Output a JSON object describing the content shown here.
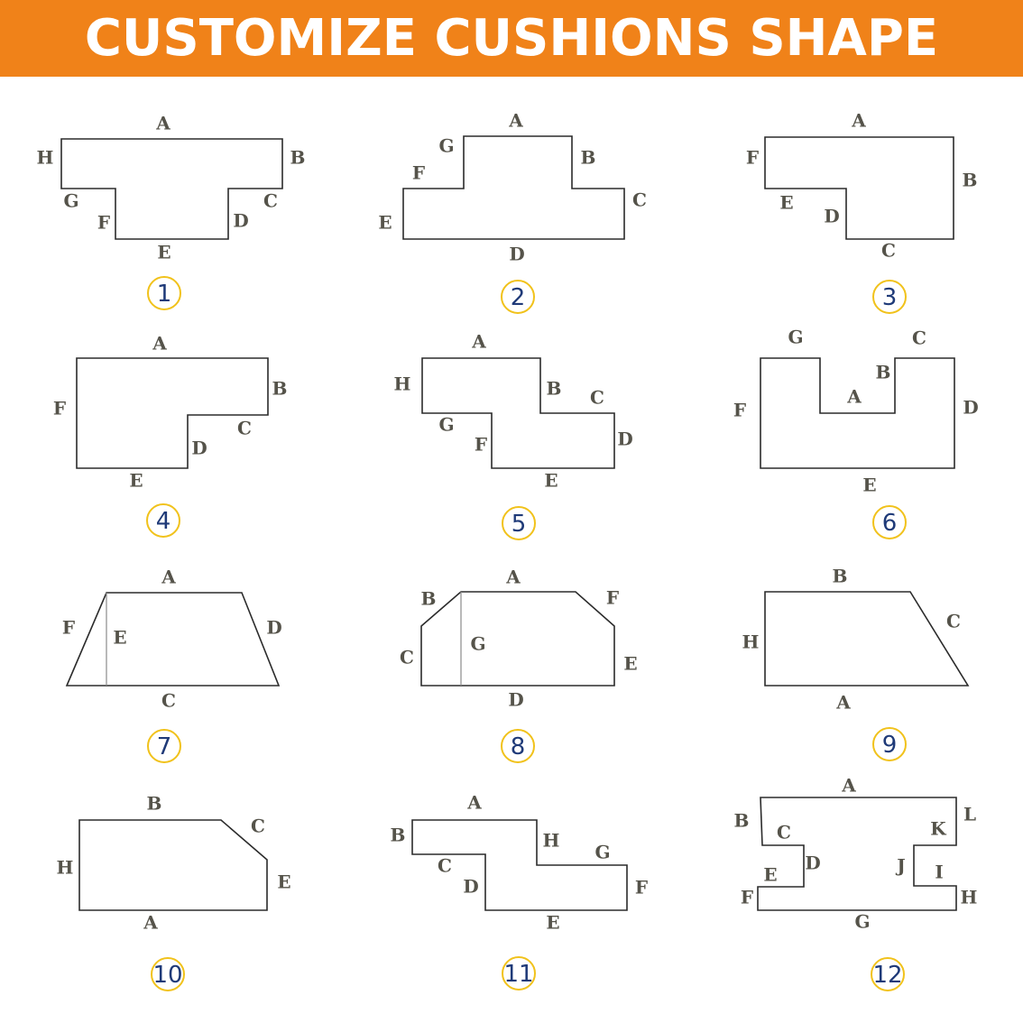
{
  "header": {
    "title": "CUSTOMIZE CUSHIONS SHAPE"
  },
  "colors": {
    "banner": "#f08219",
    "badge_ring": "#f1c21b",
    "badge_number": "#1f3a78",
    "label": "#55534a"
  },
  "shapes": [
    {
      "number": "1",
      "labels": [
        "A",
        "B",
        "C",
        "D",
        "E",
        "F",
        "G",
        "H"
      ]
    },
    {
      "number": "2",
      "labels": [
        "A",
        "B",
        "C",
        "D",
        "E",
        "F",
        "G"
      ]
    },
    {
      "number": "3",
      "labels": [
        "A",
        "B",
        "C",
        "D",
        "E",
        "F"
      ]
    },
    {
      "number": "4",
      "labels": [
        "A",
        "B",
        "C",
        "D",
        "E",
        "F"
      ]
    },
    {
      "number": "5",
      "labels": [
        "A",
        "B",
        "C",
        "D",
        "E",
        "F",
        "G",
        "H"
      ]
    },
    {
      "number": "6",
      "labels": [
        "G",
        "C",
        "B",
        "A",
        "F",
        "D",
        "E"
      ]
    },
    {
      "number": "7",
      "labels": [
        "A",
        "F",
        "E",
        "D",
        "C"
      ]
    },
    {
      "number": "8",
      "labels": [
        "A",
        "B",
        "F",
        "C",
        "G",
        "E",
        "D"
      ]
    },
    {
      "number": "9",
      "labels": [
        "B",
        "C",
        "H",
        "A"
      ]
    },
    {
      "number": "10",
      "labels": [
        "B",
        "C",
        "H",
        "E",
        "A"
      ]
    },
    {
      "number": "11",
      "labels": [
        "A",
        "B",
        "H",
        "G",
        "C",
        "D",
        "F",
        "E"
      ]
    },
    {
      "number": "12",
      "labels": [
        "A",
        "L",
        "B",
        "C",
        "K",
        "D",
        "J",
        "E",
        "I",
        "F",
        "H",
        "G"
      ]
    }
  ]
}
